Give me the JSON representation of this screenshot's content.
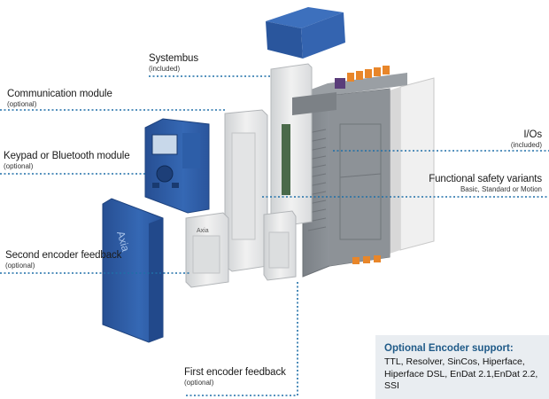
{
  "labels": {
    "systembus": {
      "title": "Systembus",
      "sub": "(included)"
    },
    "communication": {
      "title": "Communication module",
      "sub": "(optional)"
    },
    "keypad": {
      "title": "Keypad or Bluetooth module",
      "sub": "(optional)"
    },
    "second_encoder": {
      "title": "Second encoder feedback",
      "sub": "(optional)"
    },
    "first_encoder": {
      "title": "First encoder feedback",
      "sub": "(optional)"
    },
    "ios": {
      "title": "I/Os",
      "sub": "(included)"
    },
    "safety": {
      "title": "Functional safety variants",
      "sub": "Basic, Standard or Motion"
    }
  },
  "encoder_box": {
    "heading": "Optional Encoder support:",
    "line1": "TTL, Resolver, SinCos, Hiperface,",
    "line2": "Hiperface DSL, EnDat 2.1,EnDat 2.2, SSI"
  },
  "device": {
    "cover_brand": "Axia",
    "module_brand": "Axia"
  },
  "colors": {
    "leader": "#1f6fa8",
    "blue_part": "#2f5fa8",
    "housing": "#8a8f94",
    "module_white": "#e6e6e6",
    "accent_orange": "#e8862a",
    "infobox_bg": "#e9edf1",
    "infobox_head": "#1f5a88"
  }
}
